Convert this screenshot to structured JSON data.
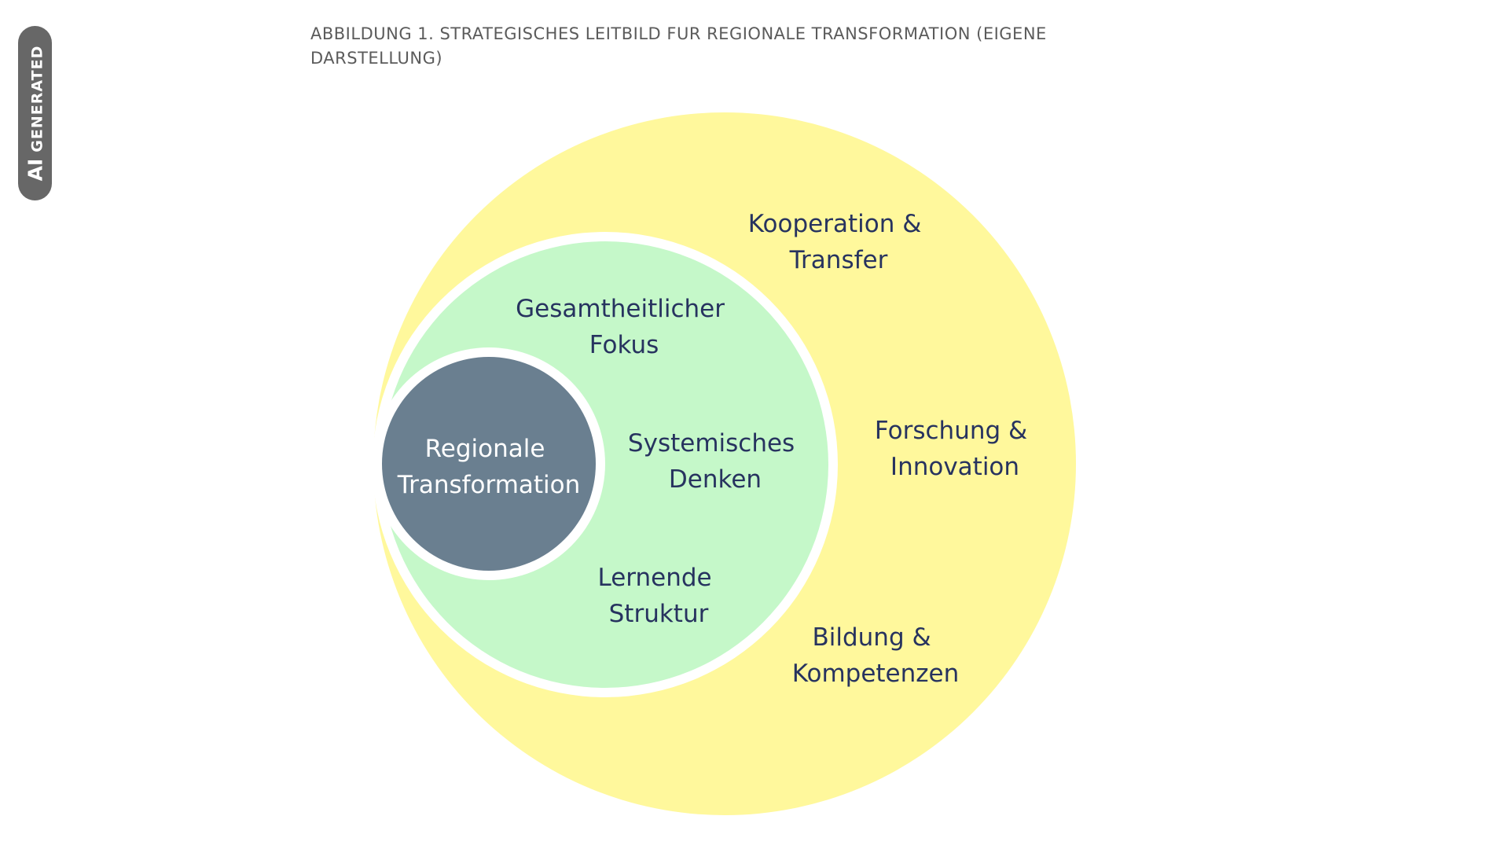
{
  "badge": {
    "ai": "AI",
    "generated": "GENERATED"
  },
  "figure": {
    "title_line1": "ABBILDUNG 1. STRATEGISCHES LEITBILD FUR REGIONALE TRANSFORMATION (EIGENE",
    "title_line2": "DARSTELLUNG)"
  },
  "rings": {
    "outer": {
      "color": "#fff89c",
      "labels": [
        {
          "line1": "Kooperation &",
          "line2": "Transfer"
        },
        {
          "line1": "Forschung &",
          "line2": "Innovation"
        },
        {
          "line1": "Bildung &",
          "line2": "Kompetenzen"
        }
      ]
    },
    "middle": {
      "color": "#c5f8c9",
      "labels": [
        {
          "line1": "Gesamtheitlicher",
          "line2": "Fokus"
        },
        {
          "line1": "Systemisches",
          "line2": "Denken"
        },
        {
          "line1": "Lernende",
          "line2": "Struktur"
        }
      ]
    },
    "inner": {
      "color": "#6a7f90",
      "label": {
        "line1": "Regionale",
        "line2": "Transformation"
      }
    }
  }
}
